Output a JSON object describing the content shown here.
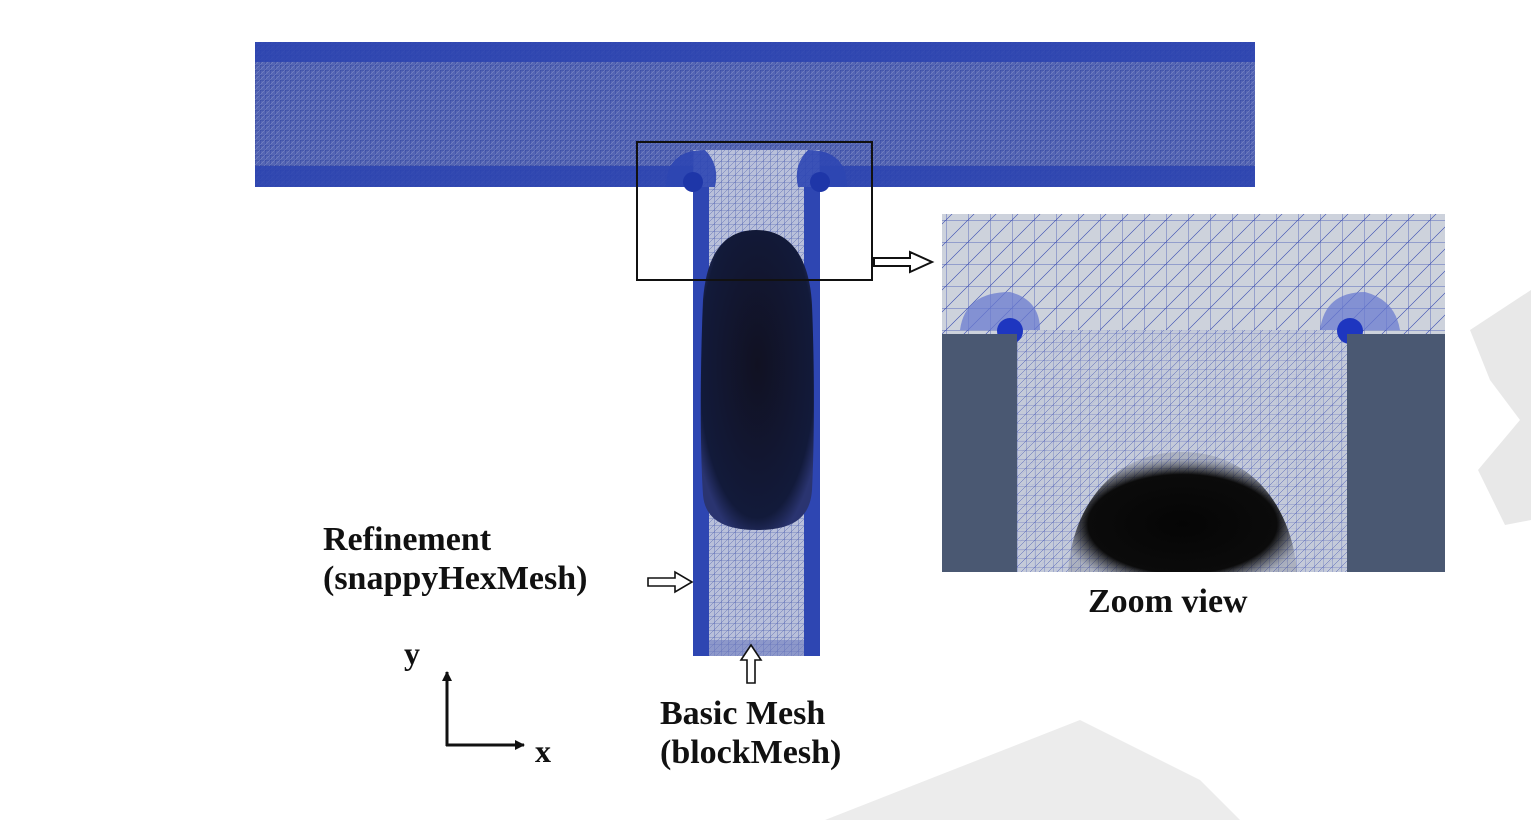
{
  "labels": {
    "refinement_line1": "Refinement",
    "refinement_line2": "(snappyHexMesh)",
    "basic_mesh_line1": "Basic Mesh",
    "basic_mesh_line2": "(blockMesh)",
    "zoom_view": "Zoom view",
    "axis_x": "x",
    "axis_y": "y"
  },
  "colors": {
    "mesh_blue": "#3a4fa8",
    "mesh_dark_blue": "#1f3aa6",
    "mesh_light": "#c8cede",
    "droplet": "#0d0d1a",
    "wall_block": "#4a5872",
    "watermark": "#e6e6e6"
  }
}
